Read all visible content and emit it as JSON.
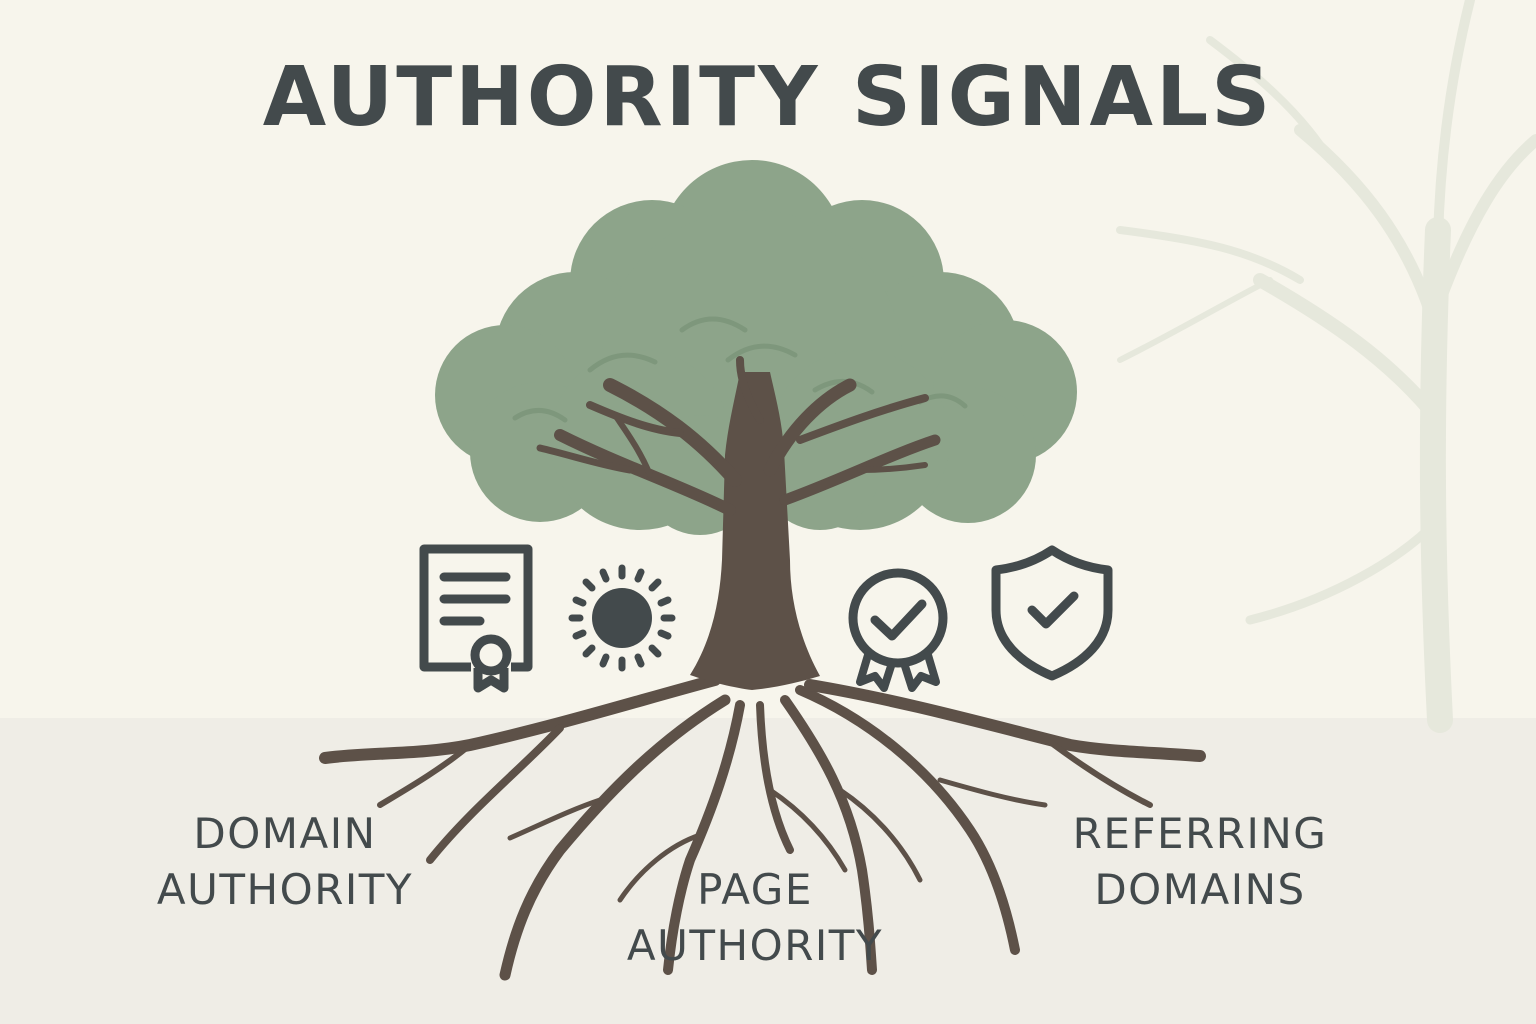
{
  "title": "AUTHORITY SIGNALS",
  "labels": {
    "domain_authority": [
      "DOMAIN",
      "AUTHORITY"
    ],
    "page_authority": [
      "PAGE",
      "AUTHORITY"
    ],
    "referring_domains": [
      "REFERRING",
      "DOMAINS"
    ]
  },
  "icons": [
    "certificate-icon",
    "sun-icon",
    "award-badge-icon",
    "shield-check-icon"
  ],
  "colors": {
    "background": "#f7f5ec",
    "ground": "#efede6",
    "canopy": "#8da48a",
    "canopy_shade": "#7e977c",
    "trunk": "#5d5148",
    "icon": "#434a4c",
    "text": "#434a4c",
    "faded_tree": "#e6e8dc"
  }
}
